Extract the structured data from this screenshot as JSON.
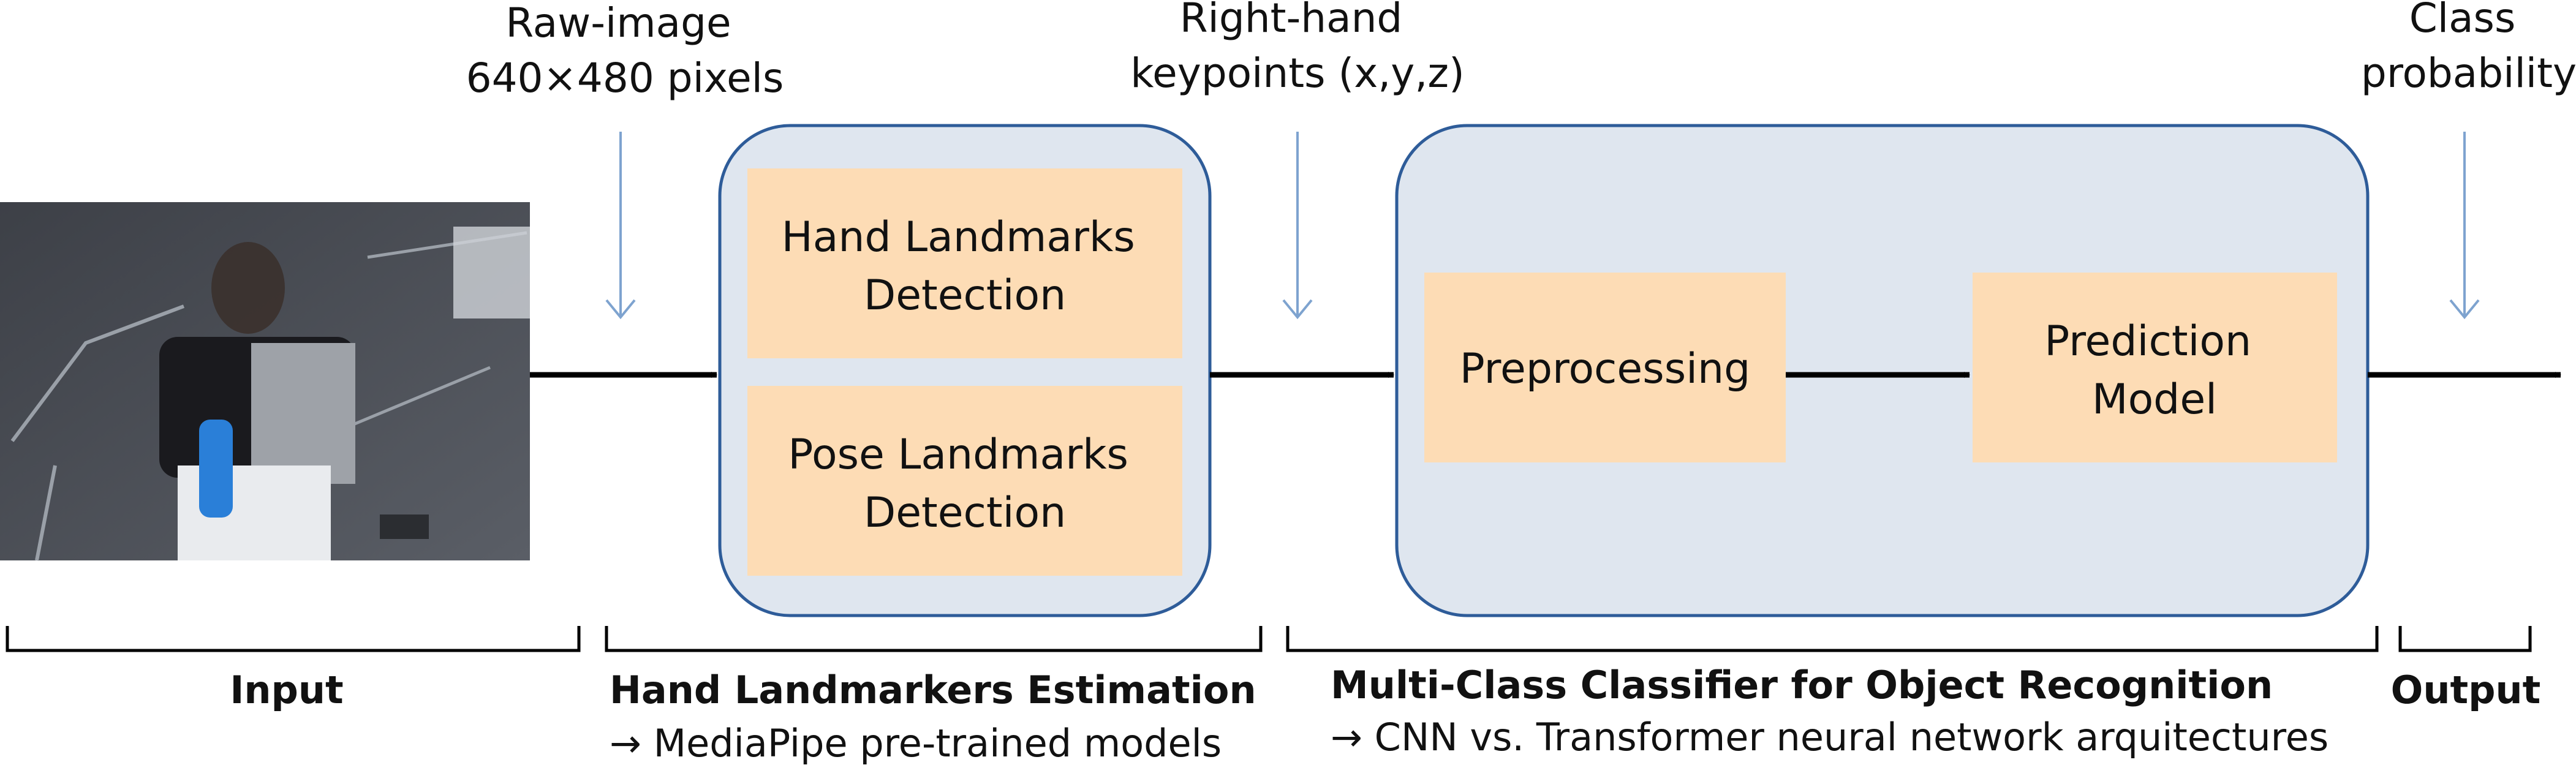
{
  "top_labels": {
    "raw_image": [
      "Raw-image",
      "640×480 pixels"
    ],
    "keypoints": [
      "Right-hand",
      "keypoints (x,y,z)"
    ],
    "class_prob": [
      "Class",
      "probability"
    ]
  },
  "boxes": {
    "hand_landmarks": [
      "Hand Landmarks",
      "Detection"
    ],
    "pose_landmarks": [
      "Pose Landmarks",
      "Detection"
    ],
    "preprocessing": [
      "Preprocessing"
    ],
    "prediction_model": [
      "Prediction",
      "Model"
    ]
  },
  "sections": {
    "input": {
      "title": "Input"
    },
    "estimation": {
      "title": "Hand Landmarkers Estimation",
      "note": "→ MediaPipe pre-trained models"
    },
    "classifier": {
      "title": "Multi-Class Classifier for Object Recognition",
      "note": "→ CNN vs. Transformer neural network arquitectures"
    },
    "output": {
      "title": "Output"
    }
  },
  "colors": {
    "container_fill": "#dfe6ef",
    "container_stroke": "#2e5c99",
    "box_fill": "#fddcb5",
    "pointer_stroke": "#7ea3cf"
  }
}
